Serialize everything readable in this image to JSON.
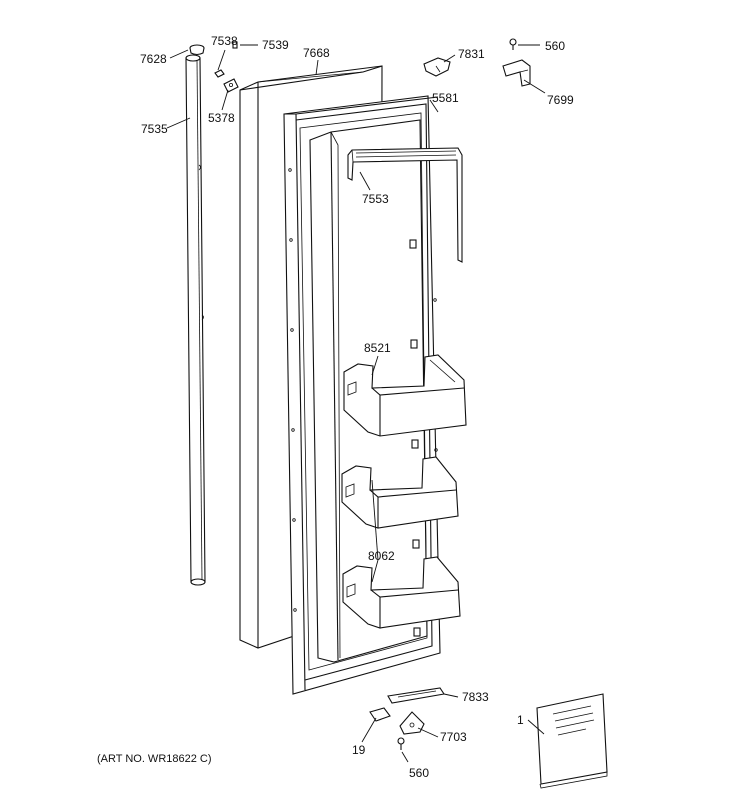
{
  "art_number": "(ART NO. WR18622 C)",
  "callouts": {
    "c7628": "7628",
    "c7538": "7538",
    "c7539": "7539",
    "c7668": "7668",
    "c7831": "7831",
    "c560_top": "560",
    "c7699": "7699",
    "c5581": "5581",
    "c7535": "7535",
    "c5378": "5378",
    "c7553": "7553",
    "c8521": "8521",
    "c8062": "8062",
    "c7833": "7833",
    "c1": "1",
    "c19": "19",
    "c7703": "7703",
    "c560_bottom": "560"
  }
}
